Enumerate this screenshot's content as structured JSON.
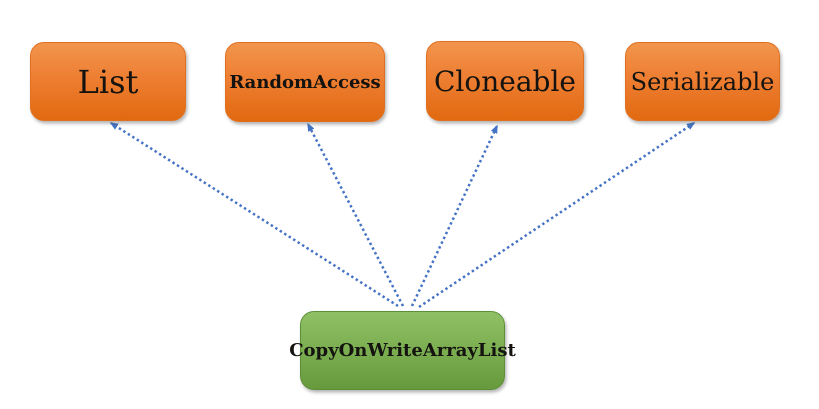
{
  "diagram": {
    "interface_nodes": [
      {
        "id": "list",
        "label": "List"
      },
      {
        "id": "random-access",
        "label": "RandomAccess"
      },
      {
        "id": "cloneable",
        "label": "Cloneable"
      },
      {
        "id": "serializable",
        "label": "Serializable"
      }
    ],
    "class_node": {
      "id": "copy-on-write-array-list",
      "label": "CopyOnWriteArrayList"
    },
    "edges": [
      {
        "from": "copy-on-write-array-list",
        "to": "list",
        "style": "dotted-arrow"
      },
      {
        "from": "copy-on-write-array-list",
        "to": "random-access",
        "style": "dotted-arrow"
      },
      {
        "from": "copy-on-write-array-list",
        "to": "cloneable",
        "style": "dotted-arrow"
      },
      {
        "from": "copy-on-write-array-list",
        "to": "serializable",
        "style": "dotted-arrow"
      }
    ],
    "colors": {
      "interface_fill_top": "#F2954D",
      "interface_fill_bottom": "#E16A10",
      "class_fill_top": "#8FC066",
      "class_fill_bottom": "#669A3D",
      "arrow": "#4472C4",
      "text": "#151310",
      "background": "#FFFFFF"
    }
  }
}
